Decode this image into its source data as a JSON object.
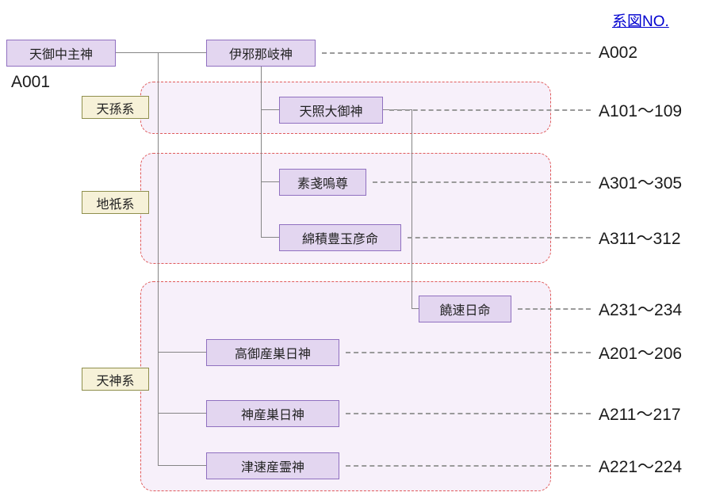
{
  "header": {
    "link_label": "系図NO."
  },
  "root": {
    "label": "天御中主神",
    "code": "A001"
  },
  "groups": [
    {
      "label": "天孫系"
    },
    {
      "label": "地祇系"
    },
    {
      "label": "天神系"
    }
  ],
  "nodes": [
    {
      "label": "伊邪那岐神",
      "code": "A002"
    },
    {
      "label": "天照大御神",
      "code": "A101〜109"
    },
    {
      "label": "素戔嗚尊",
      "code": "A301〜305"
    },
    {
      "label": "綿積豊玉彦命",
      "code": "A311〜312"
    },
    {
      "label": "饒速日命",
      "code": "A231〜234"
    },
    {
      "label": "高御産巣日神",
      "code": "A201〜206"
    },
    {
      "label": "神産巣日神",
      "code": "A211〜217"
    },
    {
      "label": "津速産霊神",
      "code": "A221〜224"
    }
  ],
  "colors": {
    "node_fill": "#E3D6F0",
    "node_border": "#9070C0",
    "group_fill": "#F7F0FA",
    "group_border": "#E05A5A",
    "category_fill": "#F6F1D8",
    "category_border": "#8F8F4D",
    "link": "#0000D0",
    "line": "#858585",
    "dash": "#9A9A9A"
  }
}
